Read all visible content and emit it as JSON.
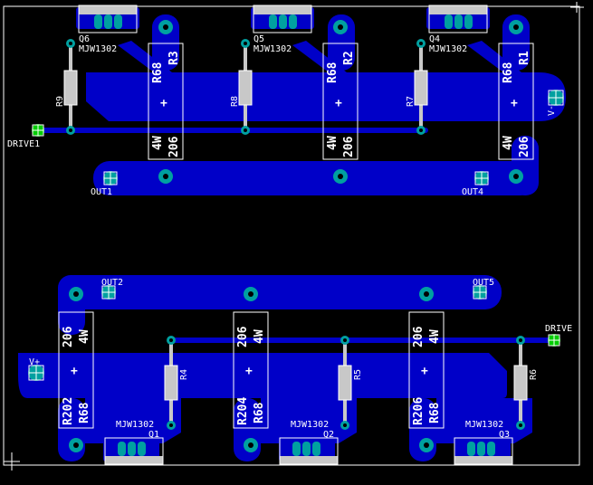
{
  "board": {
    "background": "#000000",
    "copper_color": "#0000c8",
    "pad_color": "#00a0a0",
    "test_pad_color": "#00cc00",
    "silkscreen_color": "#ffffff",
    "thin_trace_color": "#c8c8c8"
  },
  "transistors_top": [
    {
      "ref": "Q6",
      "part": "MJW1302"
    },
    {
      "ref": "Q5",
      "part": "MJW1302"
    },
    {
      "ref": "Q4",
      "part": "MJW1302"
    }
  ],
  "transistors_bottom": [
    {
      "ref": "Q1",
      "part": "MJW1302"
    },
    {
      "ref": "Q2",
      "part": "MJW1302"
    },
    {
      "ref": "Q3",
      "part": "MJW1302"
    }
  ],
  "resistors_top_small": [
    "R9",
    "R8",
    "R7"
  ],
  "resistors_bottom_small": [
    "R4",
    "R5",
    "R6"
  ],
  "power_resistors_top": [
    {
      "ref": "R3",
      "value": "R68",
      "rating": "4W",
      "package": "206"
    },
    {
      "ref": "R2",
      "value": "R68",
      "rating": "4W",
      "package": "206"
    },
    {
      "ref": "R1",
      "value": "R68",
      "rating": "4W",
      "package": "206"
    }
  ],
  "power_resistors_bottom": [
    {
      "ref": "R202",
      "value": "R68",
      "rating": "4W",
      "package": "206"
    },
    {
      "ref": "R204",
      "value": "R68",
      "rating": "4W",
      "package": "206"
    },
    {
      "ref": "R206",
      "value": "R68",
      "rating": "4W",
      "package": "206"
    }
  ],
  "connectors": {
    "drive1": "DRIVE1",
    "drive": "DRIVE",
    "out1": "OUT1",
    "out4": "OUT4",
    "out2": "OUT2",
    "out5": "OUT5",
    "vminus": "V-",
    "vplus": "V+"
  },
  "symbols": {
    "plus": "+"
  }
}
